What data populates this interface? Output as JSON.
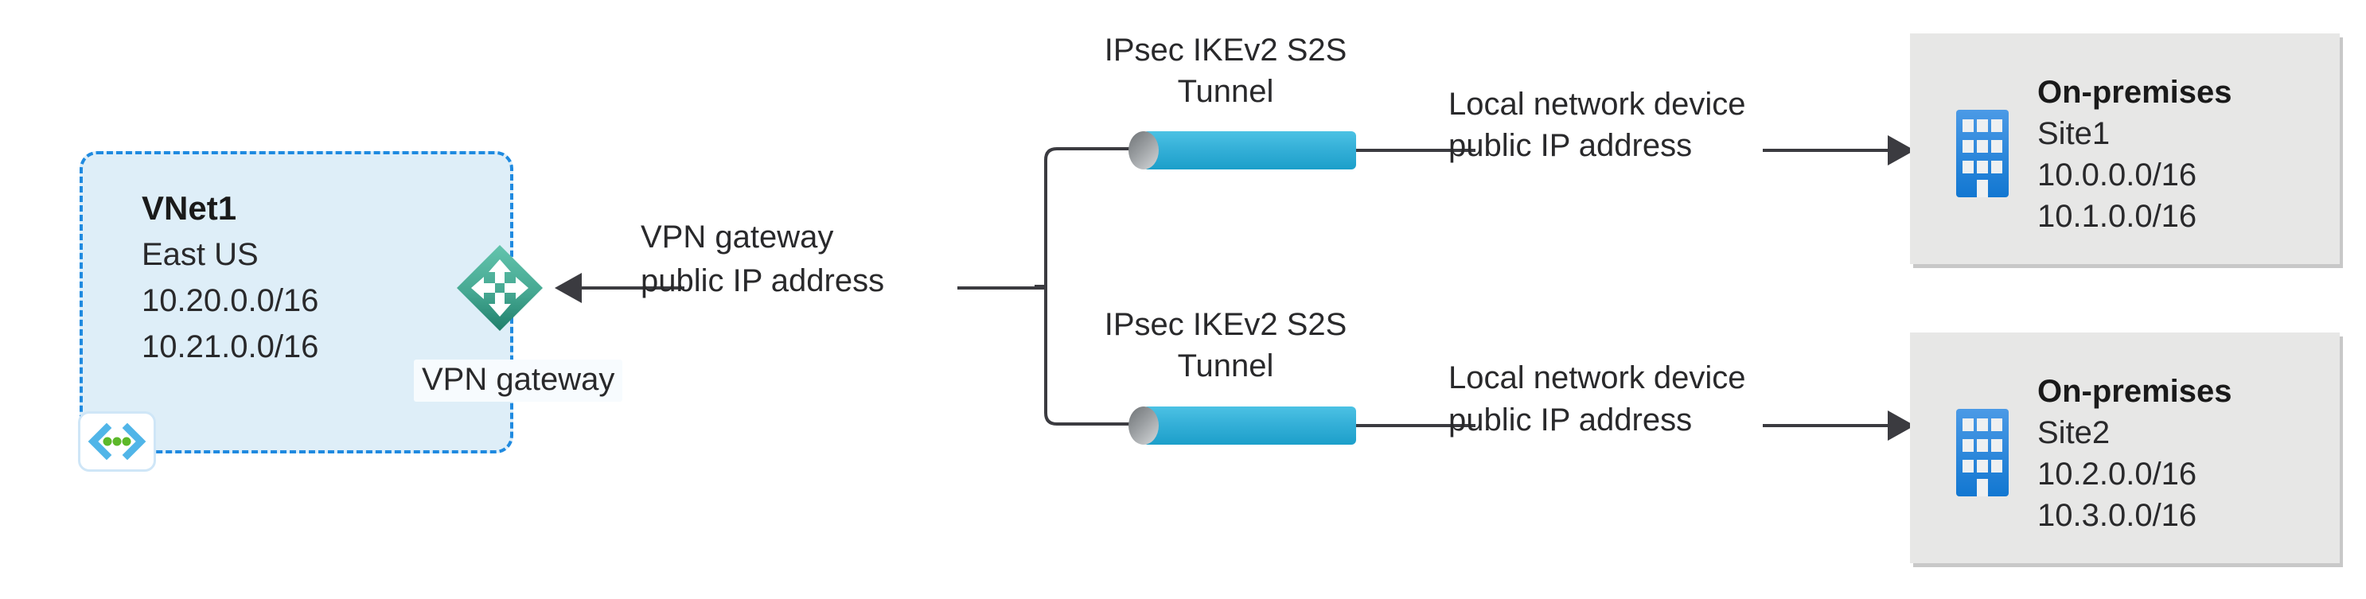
{
  "diagram": {
    "title": "Azure Site-to-Site VPN multi-site topology",
    "colors": {
      "vnet_fill": "#deeef8",
      "vnet_border": "#1f8ae0",
      "gateway_teal": "#3fa890",
      "tunnel_blue": "#35b0d8",
      "onprem_fill": "#e7e7e6",
      "building_blue": "#1f7fd4",
      "connector": "#3b3b40"
    }
  },
  "vnet": {
    "name": "VNet1",
    "region": "East US",
    "address_spaces": [
      "10.20.0.0/16",
      "10.21.0.0/16"
    ],
    "subnet_icon": "virtual-network-icon"
  },
  "gateway": {
    "icon": "vpn-gateway-icon",
    "label": "VPN gateway",
    "public_ip_label_line1": "VPN gateway",
    "public_ip_label_line2": "public IP address"
  },
  "tunnels": [
    {
      "id": "tunnel-1",
      "label_line1": "IPsec IKEv2 S2S",
      "label_line2": "Tunnel",
      "device_label_line1": "Local network device",
      "device_label_line2": "public IP address"
    },
    {
      "id": "tunnel-2",
      "label_line1": "IPsec IKEv2 S2S",
      "label_line2": "Tunnel",
      "device_label_line1": "Local network device",
      "device_label_line2": "public IP address"
    }
  ],
  "on_premises": [
    {
      "heading": "On-premises",
      "site": "Site1",
      "address_spaces": [
        "10.0.0.0/16",
        "10.1.0.0/16"
      ],
      "icon": "office-building-icon"
    },
    {
      "heading": "On-premises",
      "site": "Site2",
      "address_spaces": [
        "10.2.0.0/16",
        "10.3.0.0/16"
      ],
      "icon": "office-building-icon"
    }
  ]
}
